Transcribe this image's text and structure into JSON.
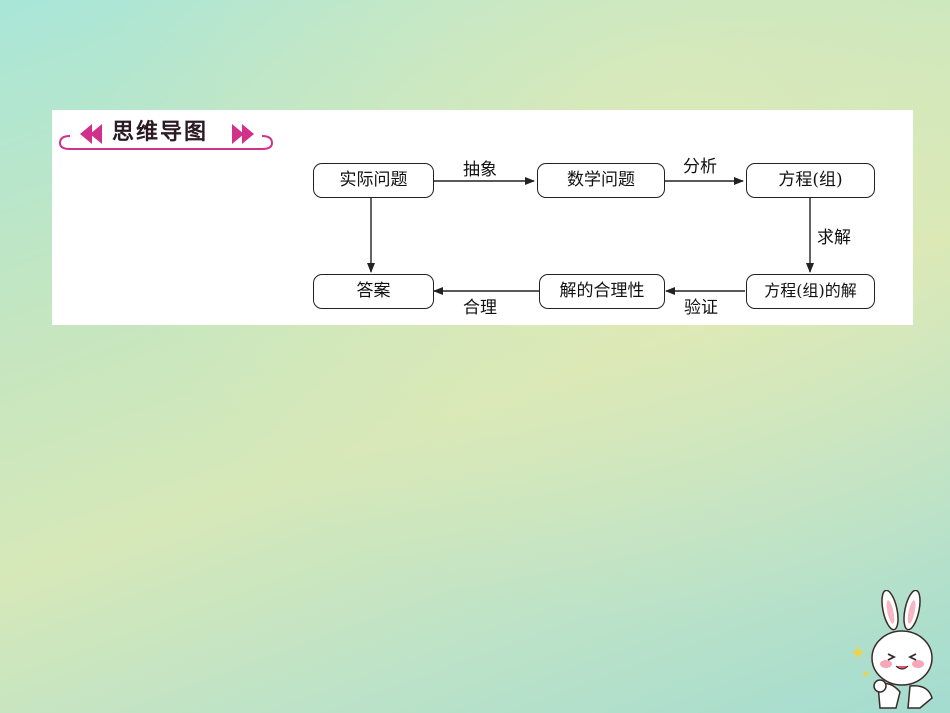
{
  "heading": {
    "title": "思维导图"
  },
  "nodes": {
    "practical_problem": "实际问题",
    "math_problem": "数学问题",
    "equation": "方程(组)",
    "equation_solution": "方程(组)的解",
    "solution_reasonableness": "解的合理性",
    "answer": "答案"
  },
  "edges": {
    "abstract": "抽象",
    "analyze": "分析",
    "solve": "求解",
    "verify": "验证",
    "reasonable": "合理"
  },
  "colors": {
    "accent": "#d0318a",
    "line": "#222222"
  }
}
